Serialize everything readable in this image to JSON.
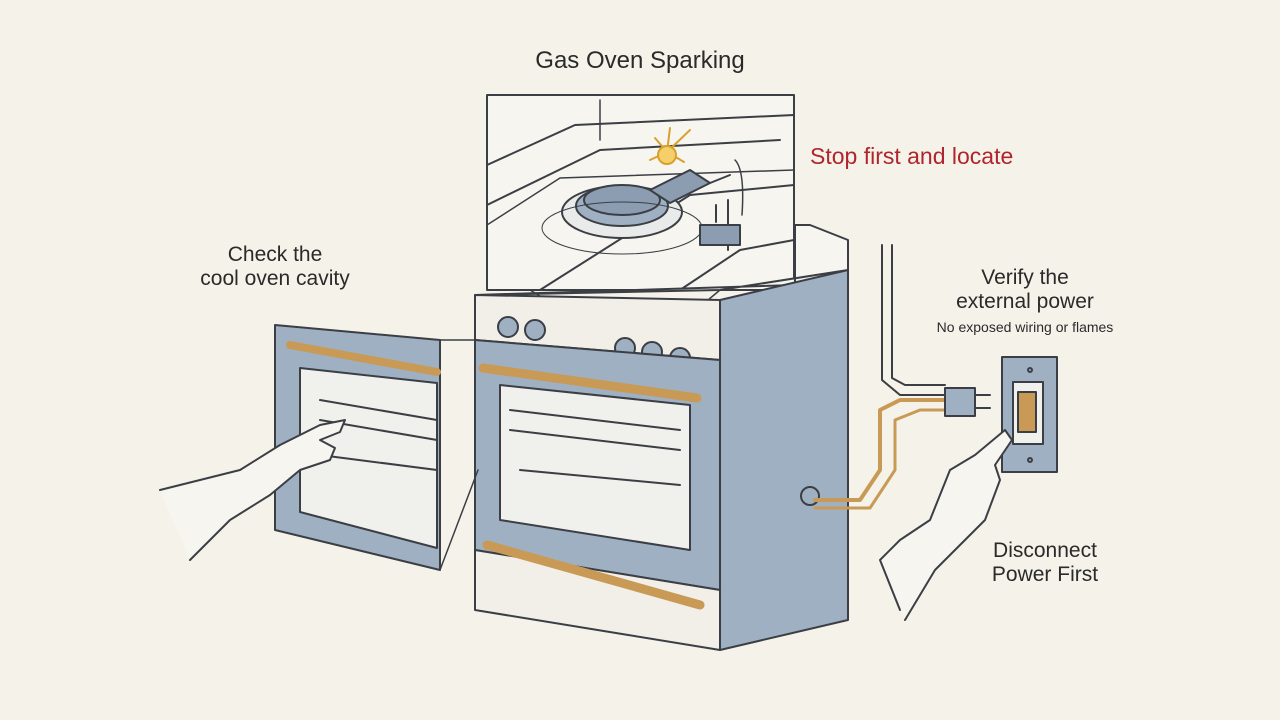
{
  "title": "Gas Oven Sparking",
  "callouts": {
    "stop": "Stop first and locate",
    "cavity": [
      "Check the",
      "cool oven cavity"
    ],
    "verify": [
      "Verify the",
      "external power"
    ],
    "verify_note": "No exposed wiring or flames",
    "disconnect": [
      "Disconnect",
      "Power First"
    ]
  },
  "colors": {
    "background": "#f5f2ea",
    "stove_body": "#9fb0c2",
    "brass": "#c89a55",
    "alert": "#b0252c",
    "line": "#3b3f45"
  }
}
